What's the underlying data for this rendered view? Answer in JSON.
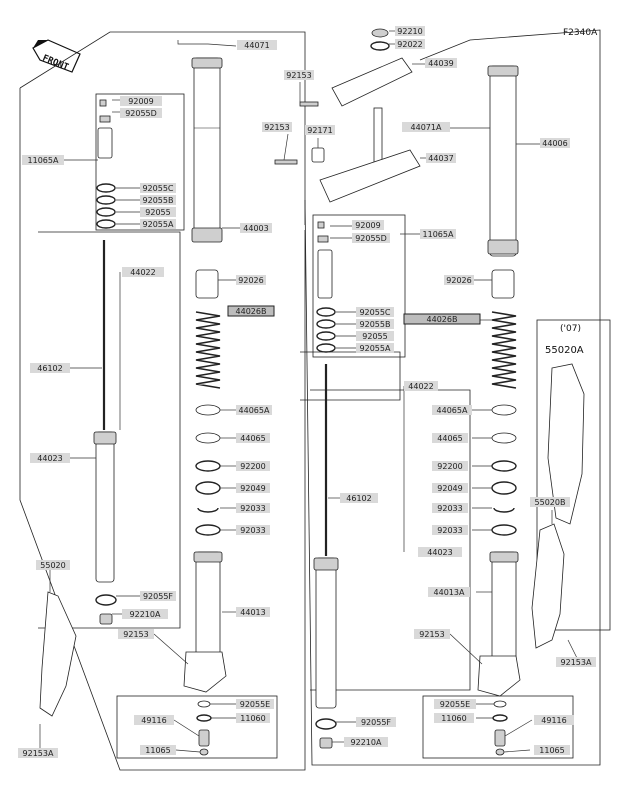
{
  "figure_code": "F2340A",
  "front_label": "FRONT",
  "year_note": "('07)",
  "inset_part": "55020A",
  "labels": [
    {
      "id": "l44071",
      "text": "44071"
    },
    {
      "id": "l92210",
      "text": "92210"
    },
    {
      "id": "l92022",
      "text": "92022"
    },
    {
      "id": "l44039",
      "text": "44039"
    },
    {
      "id": "l92153a",
      "text": "92153"
    },
    {
      "id": "l92009a",
      "text": "92009"
    },
    {
      "id": "l92055Da",
      "text": "92055D"
    },
    {
      "id": "l11065Aa",
      "text": "11065A"
    },
    {
      "id": "l92153b",
      "text": "92153"
    },
    {
      "id": "l92171",
      "text": "92171"
    },
    {
      "id": "l44071A",
      "text": "44071A"
    },
    {
      "id": "l44006",
      "text": "44006"
    },
    {
      "id": "l44037",
      "text": "44037"
    },
    {
      "id": "l92055Ca",
      "text": "92055C"
    },
    {
      "id": "l92055Ba",
      "text": "92055B"
    },
    {
      "id": "l92055a",
      "text": "92055"
    },
    {
      "id": "l92055Aa",
      "text": "92055A"
    },
    {
      "id": "l44003",
      "text": "44003"
    },
    {
      "id": "l92009b",
      "text": "92009"
    },
    {
      "id": "l92055Db",
      "text": "92055D"
    },
    {
      "id": "l11065Ab",
      "text": "11065A"
    },
    {
      "id": "l44022a",
      "text": "44022"
    },
    {
      "id": "l92026a",
      "text": "92026"
    },
    {
      "id": "l92026b",
      "text": "92026"
    },
    {
      "id": "l44026B",
      "text": "44026B"
    },
    {
      "id": "l92055Cb",
      "text": "92055C"
    },
    {
      "id": "l44026Bb",
      "text": "44026B"
    },
    {
      "id": "l92055Bb",
      "text": "92055B"
    },
    {
      "id": "l92055b",
      "text": "92055"
    },
    {
      "id": "l92055Ab",
      "text": "92055A"
    },
    {
      "id": "l46102a",
      "text": "46102"
    },
    {
      "id": "l44022b",
      "text": "44022"
    },
    {
      "id": "l44065Aa",
      "text": "44065A"
    },
    {
      "id": "l44065Ab",
      "text": "44065A"
    },
    {
      "id": "l44065a",
      "text": "44065"
    },
    {
      "id": "l44065b",
      "text": "44065"
    },
    {
      "id": "l44023a",
      "text": "44023"
    },
    {
      "id": "l92200a",
      "text": "92200"
    },
    {
      "id": "l92200b",
      "text": "92200"
    },
    {
      "id": "l92049a",
      "text": "92049"
    },
    {
      "id": "l92049b",
      "text": "92049"
    },
    {
      "id": "l46102b",
      "text": "46102"
    },
    {
      "id": "l92033a",
      "text": "92033"
    },
    {
      "id": "l92033b",
      "text": "92033"
    },
    {
      "id": "l55020B",
      "text": "55020B"
    },
    {
      "id": "l92033c",
      "text": "92033"
    },
    {
      "id": "l92033d",
      "text": "92033"
    },
    {
      "id": "l44023b",
      "text": "44023"
    },
    {
      "id": "l55020",
      "text": "55020"
    },
    {
      "id": "l92055Fa",
      "text": "92055F"
    },
    {
      "id": "l44013",
      "text": "44013"
    },
    {
      "id": "l44013A",
      "text": "44013A"
    },
    {
      "id": "l92210Aa",
      "text": "92210A"
    },
    {
      "id": "l92153c",
      "text": "92153"
    },
    {
      "id": "l92153d",
      "text": "92153"
    },
    {
      "id": "l92153Ar",
      "text": "92153A"
    },
    {
      "id": "l92055Ea",
      "text": "92055E"
    },
    {
      "id": "l92055Eb",
      "text": "92055E"
    },
    {
      "id": "l49116a",
      "text": "49116"
    },
    {
      "id": "l11060a",
      "text": "11060"
    },
    {
      "id": "l11060b",
      "text": "11060"
    },
    {
      "id": "l49116b",
      "text": "49116"
    },
    {
      "id": "l92055Fb",
      "text": "92055F"
    },
    {
      "id": "l92210Ab",
      "text": "92210A"
    },
    {
      "id": "l11065a",
      "text": "11065"
    },
    {
      "id": "l11065b",
      "text": "11065"
    },
    {
      "id": "l92153Al",
      "text": "92153A"
    }
  ]
}
